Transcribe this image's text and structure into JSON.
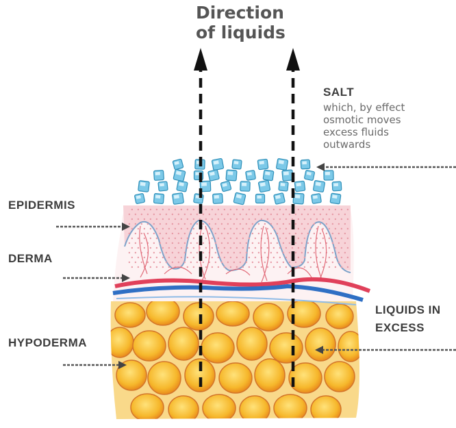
{
  "title": {
    "line1": "Direction",
    "line2": "of liquids"
  },
  "labels": {
    "epidermis": "EPIDERMIS",
    "derma": "DERMA",
    "hypoderma": "HYPODERMA",
    "salt": "SALT",
    "liquids_line1": "LIQUIDS IN",
    "liquids_line2": "EXCESS"
  },
  "salt_description": [
    "which, by effect",
    "osmotic moves",
    "excess fluids",
    "outwards"
  ],
  "colors": {
    "salt": "#4fb3d9",
    "epidermis": "#f4c7cc",
    "vessel_red": "#e0405a",
    "vessel_blue": "#2f6fc4",
    "fat": "#f6b82c",
    "arrow": "#111111"
  }
}
